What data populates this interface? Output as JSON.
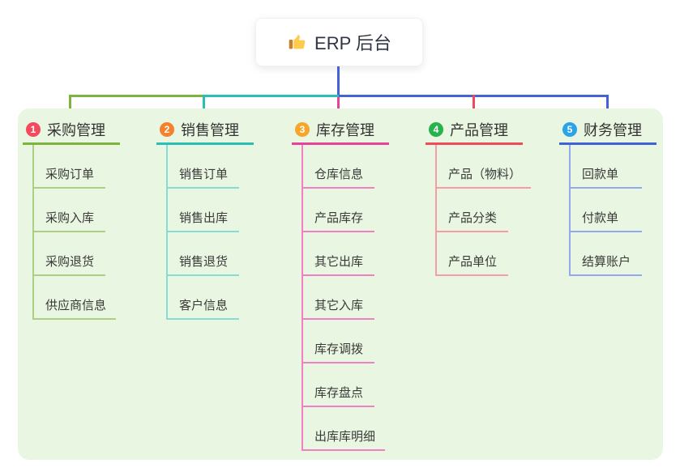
{
  "root": {
    "title": "ERP 后台",
    "icon": "thumbs-up"
  },
  "connectors": {
    "root_line_color": "#4563d7",
    "bus_colors": [
      "#7db43e",
      "#2abfb2",
      "#4563d7"
    ]
  },
  "panel_bg": "#e9f6e1",
  "branches": [
    {
      "num": "1",
      "title": "采购管理",
      "badge_color": "#f5495e",
      "line_color": "#7db43e",
      "child_line_color": "#accf84",
      "children": [
        "采购订单",
        "采购入库",
        "采购退货",
        "供应商信息"
      ]
    },
    {
      "num": "2",
      "title": "销售管理",
      "badge_color": "#f5812c",
      "line_color": "#2abfb2",
      "child_line_color": "#86dcd2",
      "children": [
        "销售订单",
        "销售出库",
        "销售退货",
        "客户信息"
      ]
    },
    {
      "num": "3",
      "title": "库存管理",
      "badge_color": "#f7a62a",
      "line_color": "#e8439a",
      "child_line_color": "#f27fc4",
      "children": [
        "仓库信息",
        "产品库存",
        "其它出库",
        "其它入库",
        "库存调拨",
        "库存盘点",
        "出库库明细"
      ]
    },
    {
      "num": "4",
      "title": "产品管理",
      "badge_color": "#27b24b",
      "line_color": "#f0495c",
      "child_line_color": "#f79ba5",
      "children": [
        "产品（物料）",
        "产品分类",
        "产品单位"
      ]
    },
    {
      "num": "5",
      "title": "财务管理",
      "badge_color": "#2aa3e8",
      "line_color": "#3f63d6",
      "child_line_color": "#94a9ec",
      "children": [
        "回款单",
        "付款单",
        "结算账户"
      ]
    }
  ]
}
